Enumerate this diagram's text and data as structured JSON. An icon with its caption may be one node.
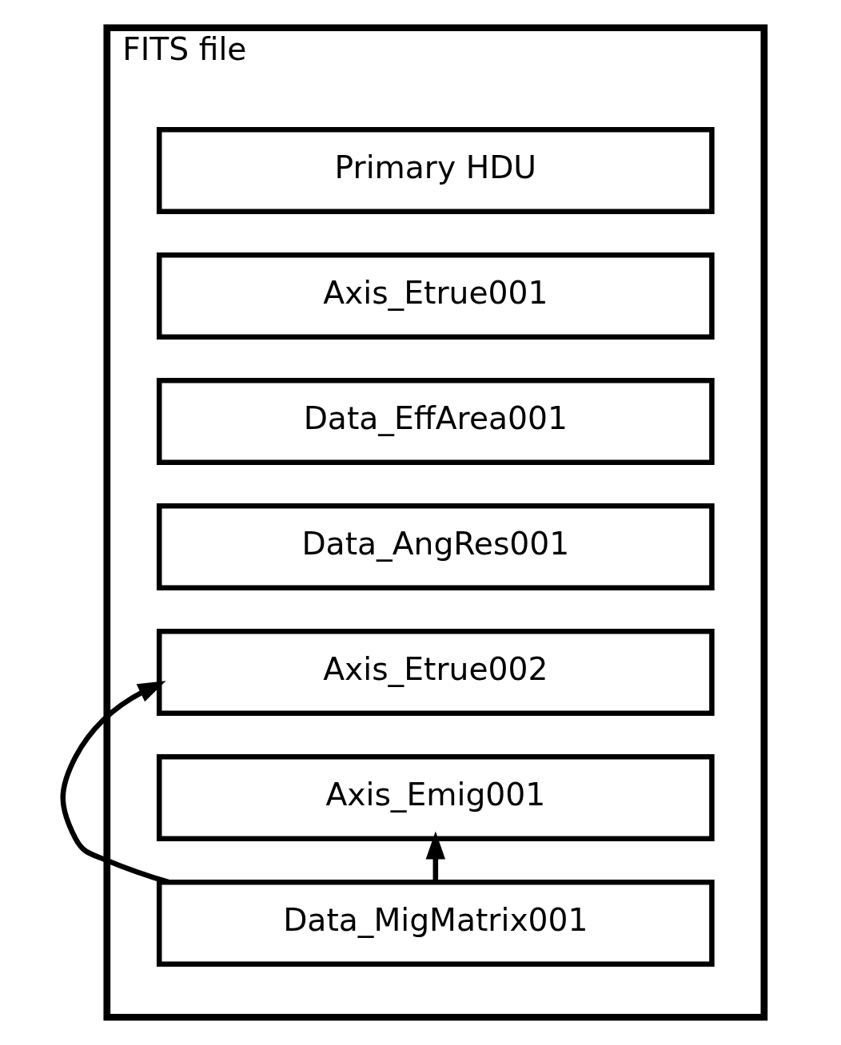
{
  "diagram": {
    "nodes": [
      {
        "text": [
          "FITS file"
        ]
      },
      {
        "text": [
          "Primary HDU"
        ],
        "in": 0
      },
      {
        "text": [
          "Axis_Etrue001"
        ],
        "in": 0
      },
      {
        "text": [
          "Axis_Etrue002"
        ],
        "in": 0
      },
      {
        "text": [
          "Axis_Emig001"
        ],
        "in": 0
      },
      {
        "text": [
          "Data_EffArea001"
        ],
        "in": 0
      },
      {
        "text": [
          "Data_AngRes001"
        ],
        "in": 0
      },
      {
        "text": [
          "Data_MigMatrix001"
        ],
        "in": 0
      }
    ],
    "edges": [
      {
        "from": 7,
        "to": 3,
        "arrow": "to"
      },
      {
        "from": 7,
        "to": 4,
        "arrow": "to"
      }
    ]
  }
}
